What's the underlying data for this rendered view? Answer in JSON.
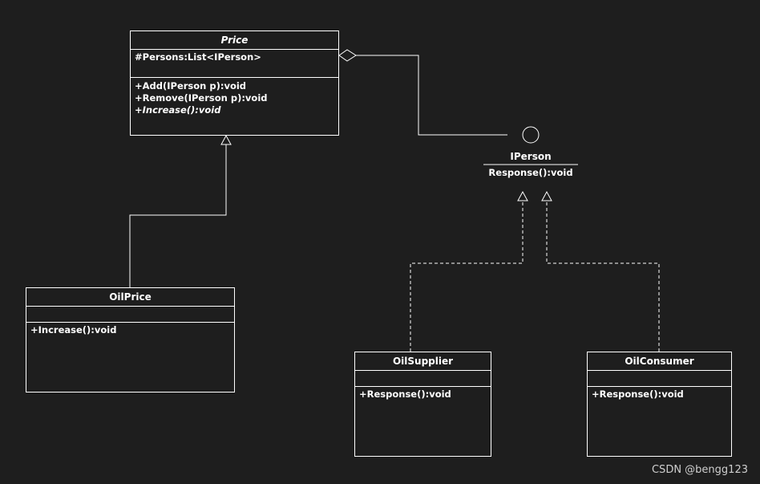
{
  "price": {
    "name": "Price",
    "attributes": [
      "#Persons:List<IPerson>"
    ],
    "operations": [
      "+Add(IPerson p):void",
      "+Remove(IPerson p):void",
      "+Increase():void"
    ]
  },
  "oil_price": {
    "name": "OilPrice",
    "operations": [
      "+Increase():void"
    ]
  },
  "iperson": {
    "name": "IPerson",
    "operation": "Response():void"
  },
  "oil_supplier": {
    "name": "OilSupplier",
    "operations": [
      "+Response():void"
    ]
  },
  "oil_consumer": {
    "name": "OilConsumer",
    "operations": [
      "+Response():void"
    ]
  },
  "watermark": "CSDN @bengg123",
  "colors": {
    "background": "#1e1e1e",
    "stroke": "#ffffff"
  }
}
